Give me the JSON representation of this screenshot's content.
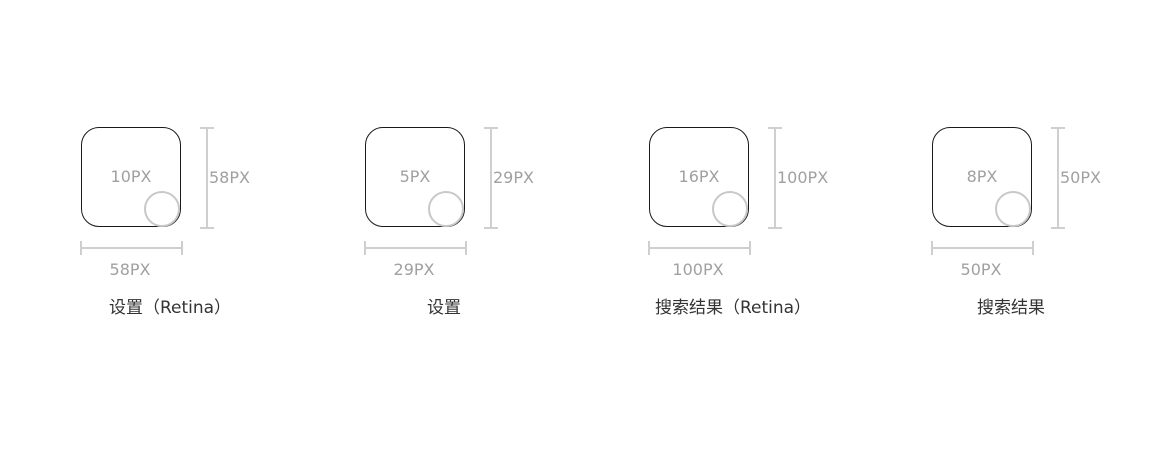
{
  "specs": [
    {
      "radius": "10PX",
      "height": "58PX",
      "width": "58PX",
      "caption": "设置（Retina）"
    },
    {
      "radius": "5PX",
      "height": "29PX",
      "width": "29PX",
      "caption": "设置"
    },
    {
      "radius": "16PX",
      "height": "100PX",
      "width": "100PX",
      "caption": "搜索结果（Retina）"
    },
    {
      "radius": "8PX",
      "height": "50PX",
      "width": "50PX",
      "caption": "搜索结果"
    }
  ],
  "colors": {
    "outline": "#1a1a1a",
    "dimension": "#cfcfcf",
    "label": "#a0a0a0",
    "caption": "#333333"
  }
}
